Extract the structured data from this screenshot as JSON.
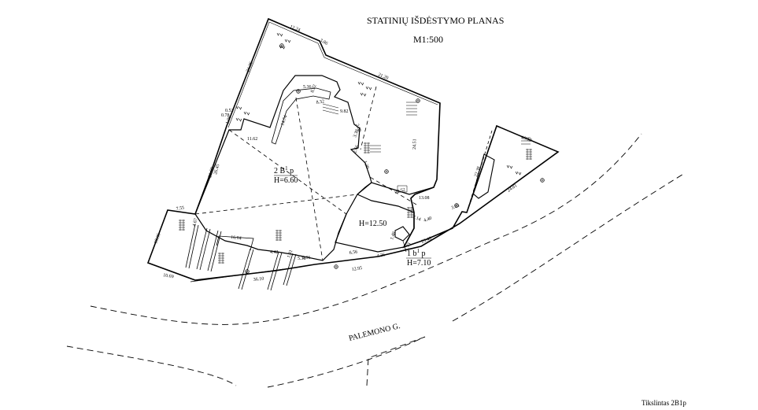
{
  "header": {
    "title": "STATINIŲ IŠDĖSTYMO PLANAS",
    "scale": "M1:500"
  },
  "footer": {
    "note": "Tikslintas 2B1p"
  },
  "street": {
    "name": "PALEMONO G."
  },
  "buildings": {
    "main": {
      "designation": "2 B",
      "sup": "1",
      "suffix": " p",
      "height": "H=6.60"
    },
    "secondary": {
      "height": "H=12.50"
    },
    "annex": {
      "designation": "1 b",
      "sup": "1",
      "suffix": " p",
      "height": "H=7.10"
    }
  },
  "dimensions": [
    "12.24",
    "3.86",
    "24.36",
    "21.20",
    "0.53",
    "1.06",
    "0.78",
    "11.62",
    "8.32",
    "14.74",
    "5.36",
    "9.82",
    "2.68",
    "3.38",
    "2.66",
    "1.30",
    "24.51",
    "22.52",
    "13.08",
    "8.32",
    "21.60",
    "26.45",
    "7.55",
    "4.67",
    "18.36",
    "16.64",
    "4.42",
    "5.38",
    "1.31",
    "6.56",
    "4.26",
    "12.95",
    "10.69",
    "36.10",
    "7.14",
    "4.40",
    "1.48",
    "3.63",
    "23.48",
    "1.73",
    "10.19",
    "22.38",
    "24.81",
    "2.96"
  ]
}
